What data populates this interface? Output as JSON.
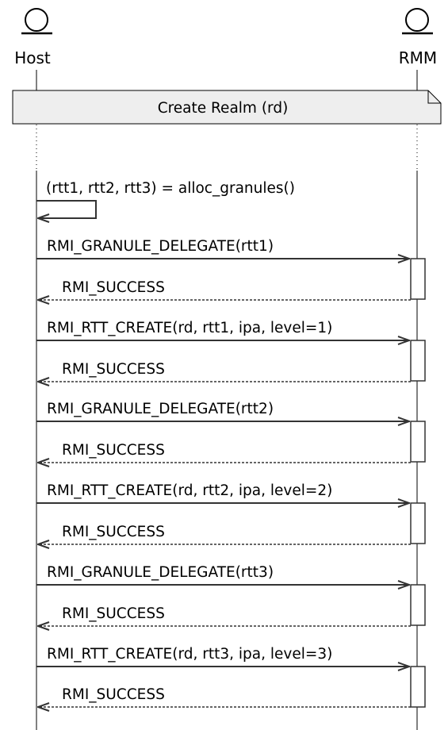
{
  "participants": [
    {
      "id": "host",
      "label": "Host"
    },
    {
      "id": "rmm",
      "label": "RMM"
    }
  ],
  "note": "Create Realm (rd)",
  "messages": [
    {
      "from": "host",
      "to": "host",
      "label": "(rtt1, rtt2, rtt3) = alloc_granules()",
      "kind": "sync"
    },
    {
      "from": "host",
      "to": "rmm",
      "label": "RMI_GRANULE_DELEGATE(rtt1)",
      "kind": "sync"
    },
    {
      "from": "rmm",
      "to": "host",
      "label": "RMI_SUCCESS",
      "kind": "return"
    },
    {
      "from": "host",
      "to": "rmm",
      "label": "RMI_RTT_CREATE(rd, rtt1, ipa, level=1)",
      "kind": "sync"
    },
    {
      "from": "rmm",
      "to": "host",
      "label": "RMI_SUCCESS",
      "kind": "return"
    },
    {
      "from": "host",
      "to": "rmm",
      "label": "RMI_GRANULE_DELEGATE(rtt2)",
      "kind": "sync"
    },
    {
      "from": "rmm",
      "to": "host",
      "label": "RMI_SUCCESS",
      "kind": "return"
    },
    {
      "from": "host",
      "to": "rmm",
      "label": "RMI_RTT_CREATE(rd, rtt2, ipa, level=2)",
      "kind": "sync"
    },
    {
      "from": "rmm",
      "to": "host",
      "label": "RMI_SUCCESS",
      "kind": "return"
    },
    {
      "from": "host",
      "to": "rmm",
      "label": "RMI_GRANULE_DELEGATE(rtt3)",
      "kind": "sync"
    },
    {
      "from": "rmm",
      "to": "host",
      "label": "RMI_SUCCESS",
      "kind": "return"
    },
    {
      "from": "host",
      "to": "rmm",
      "label": "RMI_RTT_CREATE(rd, rtt3, ipa, level=3)",
      "kind": "sync"
    },
    {
      "from": "rmm",
      "to": "host",
      "label": "RMI_SUCCESS",
      "kind": "return"
    }
  ]
}
